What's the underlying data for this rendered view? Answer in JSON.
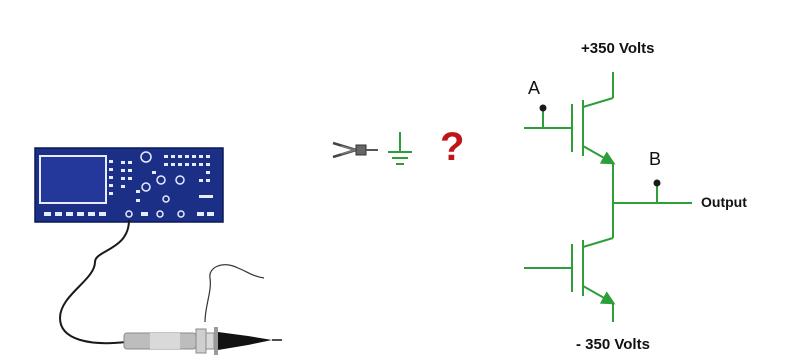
{
  "colors": {
    "circuit": "#2e9e3a",
    "scope_body": "#1b2f86",
    "scope_controls": "#e6ebff",
    "question": "#c0141b",
    "probe_cable": "#1a1a1a"
  },
  "labels": {
    "vplus": "+350 Volts",
    "vminus": "- 350 Volts",
    "node_a": "A",
    "node_b": "B",
    "output": "Output",
    "question": "?"
  },
  "icons": [
    "oscilloscope-icon",
    "probe-icon",
    "ground-clip-icon",
    "ground-symbol-icon"
  ]
}
